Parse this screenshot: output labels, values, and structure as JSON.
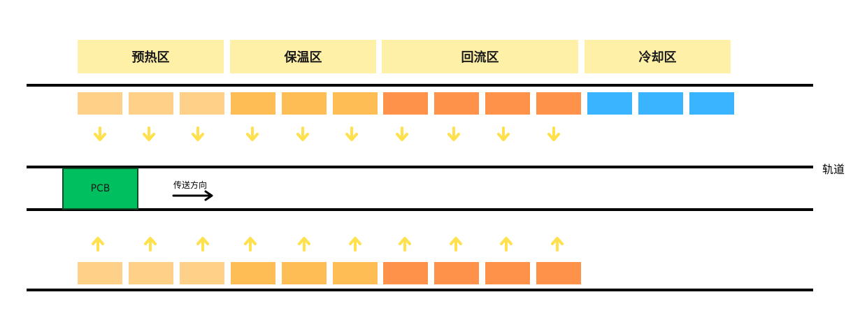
{
  "zones": [
    {
      "label": "预热区",
      "bg_color": "#FFF0A8",
      "heater_color": "#FFD088"
    },
    {
      "label": "保温区",
      "bg_color": "#FFF0A8",
      "heater_color": "#FFBE55"
    },
    {
      "label": "回流区",
      "bg_color": "#FFF0A8",
      "heater_color": "#FF924A"
    },
    {
      "label": "冷却区",
      "bg_color": "#FFF0A8",
      "heater_color": "#3BB4FF"
    }
  ],
  "heaters": {
    "top": [
      "preheat",
      "preheat",
      "preheat",
      "soak",
      "soak",
      "soak",
      "reflow",
      "reflow",
      "reflow",
      "reflow",
      "cooling",
      "cooling",
      "cooling"
    ],
    "bottom": [
      "preheat",
      "preheat",
      "preheat",
      "soak",
      "soak",
      "soak",
      "reflow",
      "reflow",
      "reflow",
      "reflow"
    ]
  },
  "arrows": {
    "color": "#FFE04D",
    "top_direction": "down",
    "bottom_direction": "up",
    "top_count": 10,
    "bottom_count": 10
  },
  "pcb": {
    "label": "PCB",
    "color": "#00BF5F"
  },
  "conveyor": {
    "direction_label": "传送方向",
    "direction": "right"
  },
  "track_label": "轨道",
  "rail_color": "#000000"
}
